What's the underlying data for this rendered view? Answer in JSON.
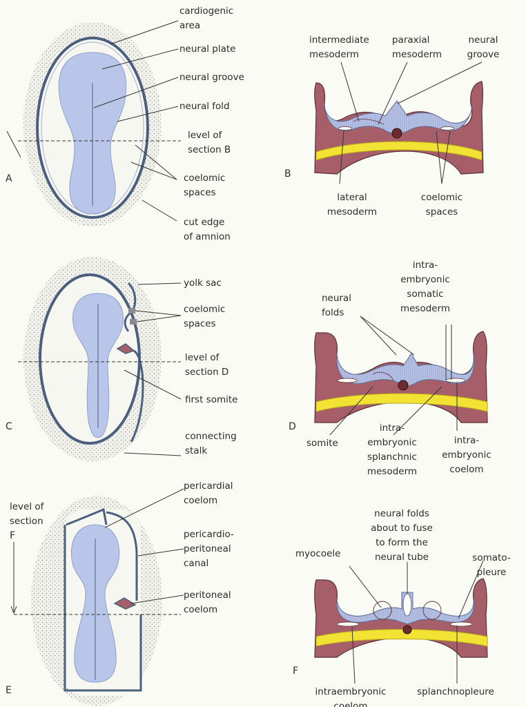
{
  "figure_letters": [
    "A",
    "B",
    "C",
    "D",
    "E",
    "F",
    "F"
  ],
  "panel_A": {
    "labels": [
      [
        "cardiogenic",
        "area"
      ],
      [
        "neural plate"
      ],
      [
        "neural groove"
      ],
      [
        "neural fold"
      ],
      [
        "level of",
        "section  B"
      ],
      [
        "coelomic",
        "spaces"
      ],
      [
        "cut edge",
        "of amnion"
      ]
    ]
  },
  "panel_B": {
    "labels": [
      [
        "intermediate",
        "mesoderm"
      ],
      [
        "paraxial",
        "mesoderm"
      ],
      [
        "neural",
        "groove"
      ],
      [
        "lateral",
        "mesoderm"
      ],
      [
        "coelomic",
        "spaces"
      ]
    ]
  },
  "panel_C": {
    "labels": [
      [
        "yolk sac"
      ],
      [
        "coelomic",
        "spaces"
      ],
      [
        "level of",
        "section  D"
      ],
      [
        "first  somite"
      ],
      [
        "connecting",
        "stalk"
      ]
    ]
  },
  "panel_D": {
    "labels": [
      [
        "intra-",
        "embryonic",
        "somatic",
        "mesoderm"
      ],
      [
        "neural",
        "folds"
      ],
      [
        "somite"
      ],
      [
        "intra-",
        "embryonic",
        "splanchnic",
        "mesoderm"
      ],
      [
        "intra-",
        "embryonic",
        "coelom"
      ]
    ]
  },
  "panel_E": {
    "labels": [
      [
        "level of",
        "section"
      ],
      [
        "pericardial",
        "coelom"
      ],
      [
        "pericardio-",
        "peritoneal",
        "canal"
      ],
      [
        "peritoneal",
        "coelom"
      ]
    ]
  },
  "panel_F": {
    "labels": [
      [
        "neural folds",
        "about to fuse",
        "to form  the",
        "neural tube"
      ],
      [
        "myocoele"
      ],
      [
        "somato-",
        "pleure"
      ],
      [
        "intraembryonic",
        "coelom"
      ],
      [
        "splanchnopleure"
      ]
    ]
  },
  "colors": {
    "neural_plate": "#b9c6ea",
    "ectoderm": "#b8c3e6",
    "mesoderm": "#a65f68",
    "endoderm": "#f1e233",
    "amnion_edge": "#4b5f7e"
  }
}
